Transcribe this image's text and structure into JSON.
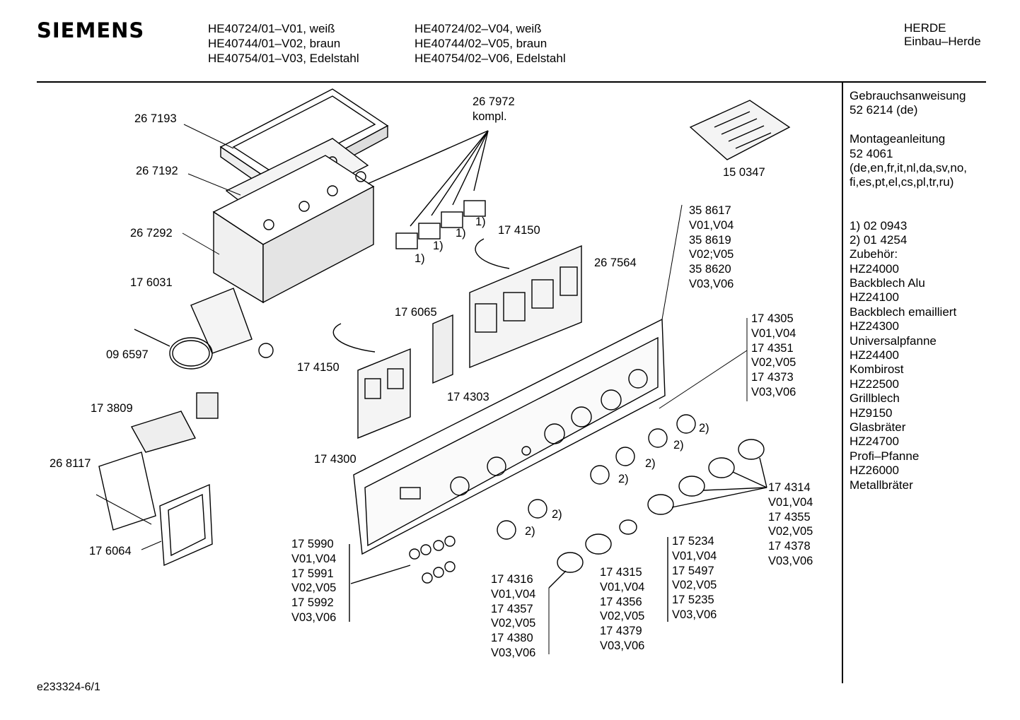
{
  "header": {
    "brand": "SIEMENS",
    "models_col1": [
      "HE40724/01–V01, weiß",
      "HE40744/01–V02, braun",
      "HE40754/01–V03, Edelstahl"
    ],
    "models_col2": [
      "HE40724/02–V04, weiß",
      "HE40744/02–V05, braun",
      "HE40754/02–V06, Edelstahl"
    ],
    "category": [
      "HERDE",
      "Einbau–Herde"
    ]
  },
  "sidebar": [
    "Gebrauchsanweisung",
    "52 6214 (de)",
    "",
    "Montageanleitung",
    "52 4061",
    "(de,en,fr,it,nl,da,sv,no,",
    "fi,es,pt,el,cs,pl,tr,ru)",
    "",
    "",
    "1)  02 0943",
    "2)  01 4254",
    "Zubehör:",
    "HZ24000",
    "Backblech Alu",
    "HZ24100",
    "Backblech emailliert",
    "HZ24300",
    "Universalpfanne",
    "HZ24400",
    "Kombirost",
    "HZ22500",
    "Grillblech",
    "HZ9150",
    "Glasbräter",
    "HZ24700",
    "Profi–Pfanne",
    "HZ26000",
    "Metallbräter"
  ],
  "part_labels": {
    "p267193": "26 7193",
    "p267192": "26 7192",
    "p267292": "26 7292",
    "p176031": "17 6031",
    "p096597": "09 6597",
    "p173809": "17 3809",
    "p268117": "26 8117",
    "p176064": "17 6064",
    "p267972": [
      "26 7972",
      "kompl."
    ],
    "p150347": "15 0347",
    "p174150a": "17 4150",
    "p174150b": "17 4150",
    "p267564": "26 7564",
    "p176065": "17 6065",
    "p174303": "17 4303",
    "p174300": "17 4300",
    "p358617": [
      "35 8617",
      "V01,V04",
      "35 8619",
      "V02;V05",
      "35 8620",
      "V03,V06"
    ],
    "p174305": [
      "17 4305",
      "V01,V04",
      "17 4351",
      "V02,V05",
      "17 4373",
      "V03,V06"
    ],
    "p174314": [
      "17 4314",
      "V01,V04",
      "17 4355",
      "V02,V05",
      "17 4378",
      "V03,V06"
    ],
    "p175990": [
      "17 5990",
      "V01,V04",
      "17 5991",
      "V02,V05",
      "17 5992",
      "V03,V06"
    ],
    "p174316": [
      "17 4316",
      "V01,V04",
      "17 4357",
      "V02,V05",
      "17 4380",
      "V03,V06"
    ],
    "p174315": [
      "17 4315",
      "V01,V04",
      "17 4356",
      "V02,V05",
      "17 4379",
      "V03,V06"
    ],
    "p175234": [
      "17 5234",
      "V01,V04",
      "17 5497",
      "V02,V05",
      "17 5235",
      "V03,V06"
    ],
    "note1": "1)",
    "note2": "2)"
  },
  "footer": "e233324-6/1"
}
